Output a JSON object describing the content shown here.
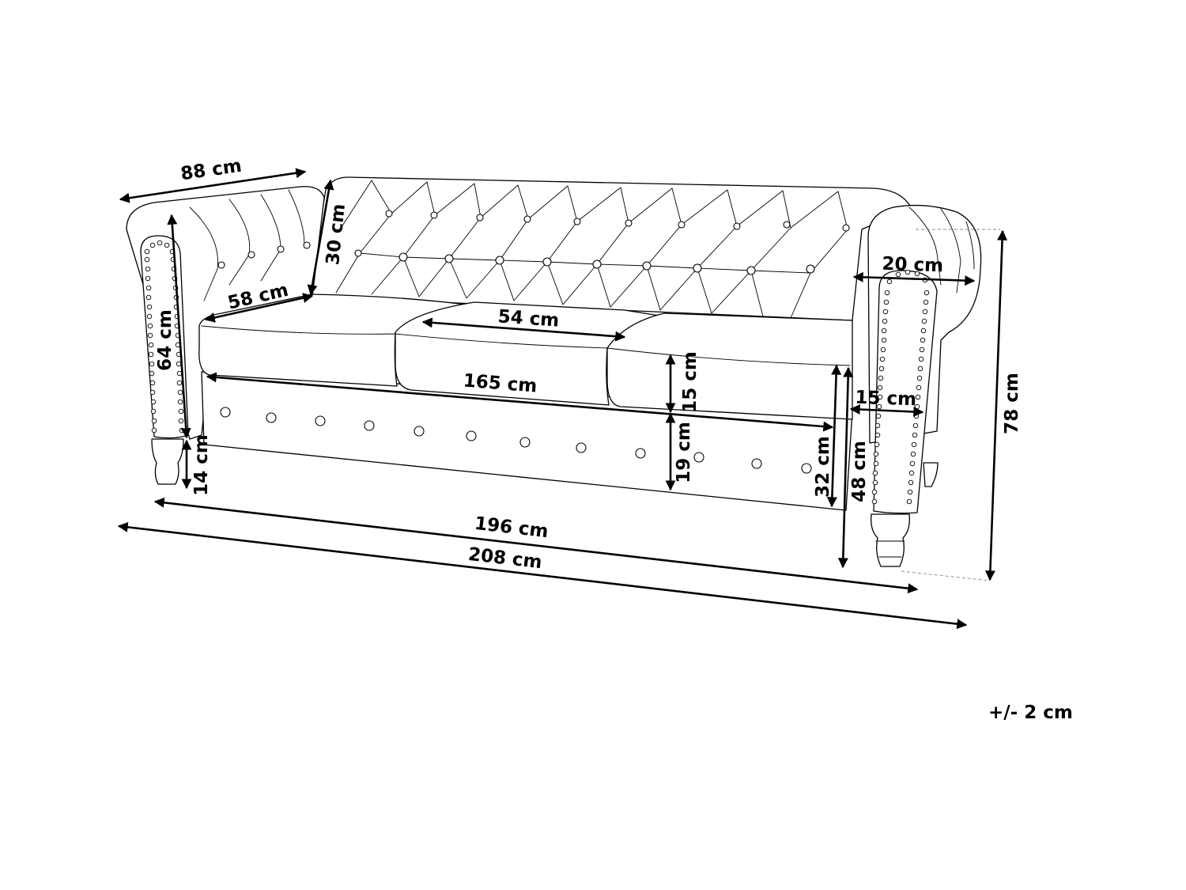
{
  "dimensions": {
    "depth": "88 cm",
    "backrest_height": "30 cm",
    "seat_depth": "58 cm",
    "armrest_inner_height": "64 cm",
    "leg_height": "14 cm",
    "cushion_width": "54 cm",
    "seat_width": "165 cm",
    "cushion_height": "15 cm",
    "base_height": "19 cm",
    "seat_height": "32 cm",
    "armrest_height": "48 cm",
    "armrest_width": "20 cm",
    "armrest_thickness": "15 cm",
    "total_height": "78 cm",
    "inner_width": "196 cm",
    "total_width": "208 cm"
  },
  "tolerance": "+/- 2 cm"
}
